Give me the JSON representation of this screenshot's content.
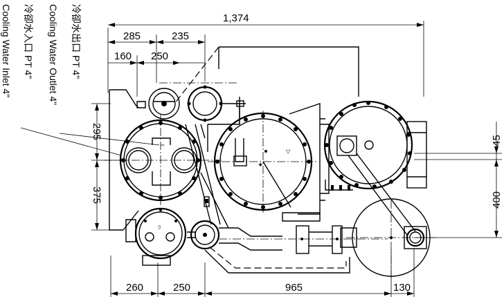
{
  "dimensions": {
    "overall_width": "1,374",
    "top_285": "285",
    "top_235": "235",
    "top_160": "160",
    "top_250": "250",
    "left_295": "295",
    "left_375": "375",
    "right_45": "45",
    "right_400": "400",
    "bottom_260": "260",
    "bottom_250": "250",
    "bottom_965": "965",
    "bottom_130": "130"
  },
  "notes": {
    "outlet_cn": "冷卻水出口 PT 4\"",
    "outlet_en": "Cooling Water Outlet 4\"",
    "inlet_cn": "冷卻水入口 PT 4\"",
    "inlet_en": "Cooling Water Inlet 4\""
  }
}
